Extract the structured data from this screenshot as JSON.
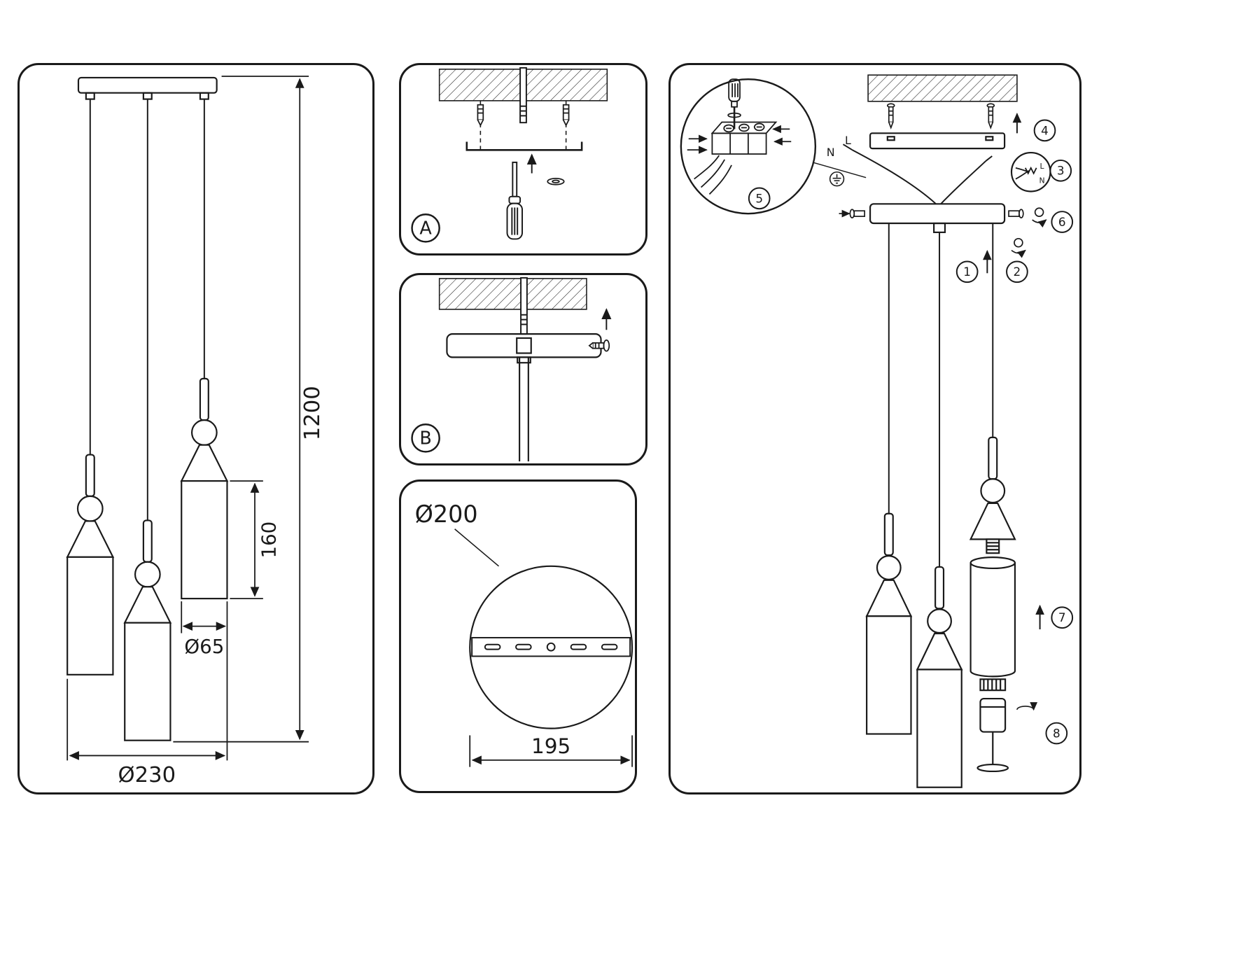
{
  "title": "pendant-lamp-installation-instructions",
  "colors": {
    "background": "#ffffff",
    "line": "#1a1a1a"
  },
  "left_panel": {
    "dims": {
      "height": "1200",
      "overall_diameter": "Ø230",
      "shade_diameter": "Ø65",
      "shade_height": "160"
    }
  },
  "panel_a": {
    "label": "A"
  },
  "panel_b": {
    "label": "B"
  },
  "panel_c": {
    "dims": {
      "plate_diameter": "Ø200",
      "plate_width": "195"
    }
  },
  "right_panel": {
    "wire_labels": {
      "n": "N",
      "l": "L"
    },
    "connector_labels": {
      "l": "L",
      "n": "N"
    },
    "steps": [
      "1",
      "2",
      "3",
      "4",
      "5",
      "6",
      "7",
      "8"
    ]
  },
  "icons": {
    "screwdriver_icon": "flat-head screwdriver",
    "ground_icon": "protective earth symbol",
    "rotate_icon": "screw rotation arrow",
    "arrow_icon": "direction arrow",
    "hatch": "ceiling section hatching"
  }
}
